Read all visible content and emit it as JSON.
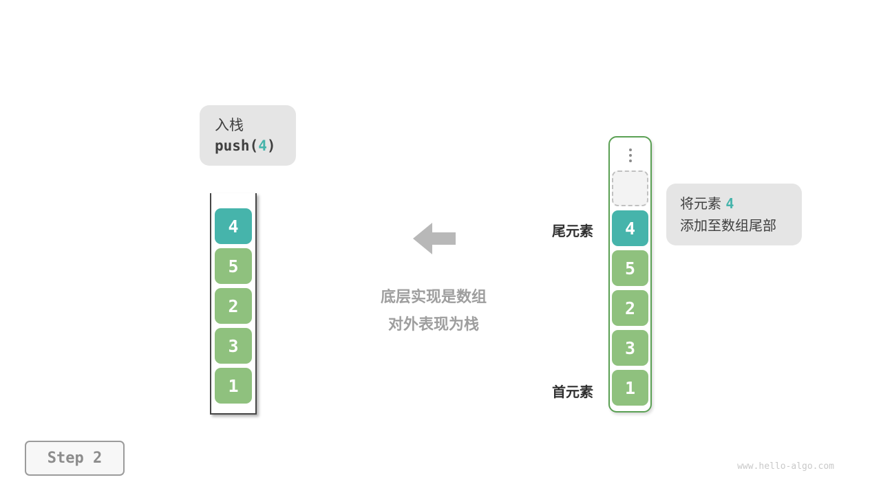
{
  "page": {
    "step_label": "Step 2",
    "watermark": "www.hello-algo.com"
  },
  "callout_push": {
    "line1": "入栈",
    "code_prefix": "push(",
    "code_value": "4",
    "code_suffix": ")"
  },
  "callout_append": {
    "line1_prefix": "将元素",
    "line1_value": "4",
    "line2": "添加至数组尾部"
  },
  "center_caption": {
    "line1": "底层实现是数组",
    "line2": "对外表现为栈"
  },
  "labels": {
    "tail": "尾元素",
    "head": "首元素"
  },
  "left_stack": {
    "cells": [
      {
        "value": "4"
      },
      {
        "value": "5"
      },
      {
        "value": "2"
      },
      {
        "value": "3"
      },
      {
        "value": "1"
      }
    ]
  },
  "right_stack": {
    "cells": [
      {
        "value": "4"
      },
      {
        "value": "5"
      },
      {
        "value": "2"
      },
      {
        "value": "3"
      },
      {
        "value": "1"
      }
    ]
  },
  "icons": {
    "arrow": "left-arrow",
    "ellipsis": "vertical-ellipsis"
  },
  "colors": {
    "highlight": "#46b4ab",
    "normal_cell": "#8fc17e",
    "callout_bg": "#e5e5e5",
    "arrow_color": "#b8b8b8",
    "center_text": "#9e9e9e",
    "label_text": "#2f2f2f",
    "green_border": "#5aa053",
    "dark_border": "#454545",
    "step_text": "#8c8c8c",
    "watermark": "#c9c9c9"
  }
}
